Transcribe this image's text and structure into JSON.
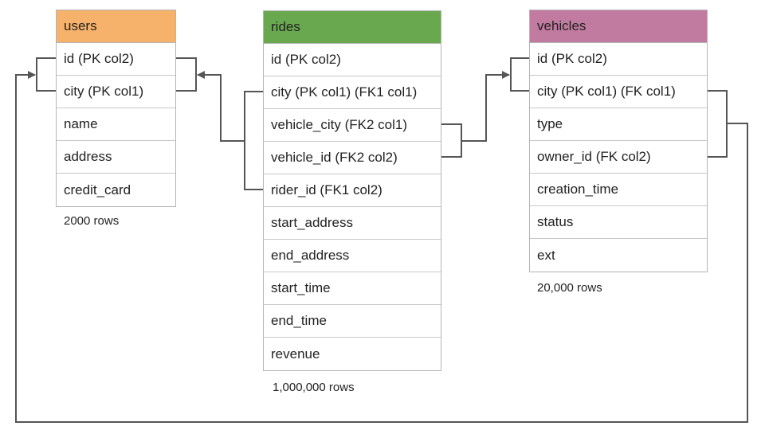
{
  "tables": {
    "users": {
      "title": "users",
      "header_color": "#f6b26b",
      "columns": [
        "id (PK col2)",
        "city (PK col1)",
        "name",
        "address",
        "credit_card"
      ],
      "row_count": "2000 rows"
    },
    "rides": {
      "title": "rides",
      "header_color": "#6aa84f",
      "columns": [
        "id (PK col2)",
        "city (PK col1) (FK1 col1)",
        "vehicle_city (FK2 col1)",
        "vehicle_id (FK2 col2)",
        "rider_id (FK1 col2)",
        "start_address",
        "end_address",
        "start_time",
        "end_time",
        "revenue"
      ],
      "row_count": "1,000,000 rows"
    },
    "vehicles": {
      "title": "vehicles",
      "header_color": "#c27ba0",
      "columns": [
        "id (PK col2)",
        "city (PK col1) (FK col1)",
        "type",
        "owner_id (FK col2)",
        "creation_time",
        "status",
        "ext"
      ],
      "row_count": "20,000 rows"
    }
  },
  "connector_color": "#555555"
}
